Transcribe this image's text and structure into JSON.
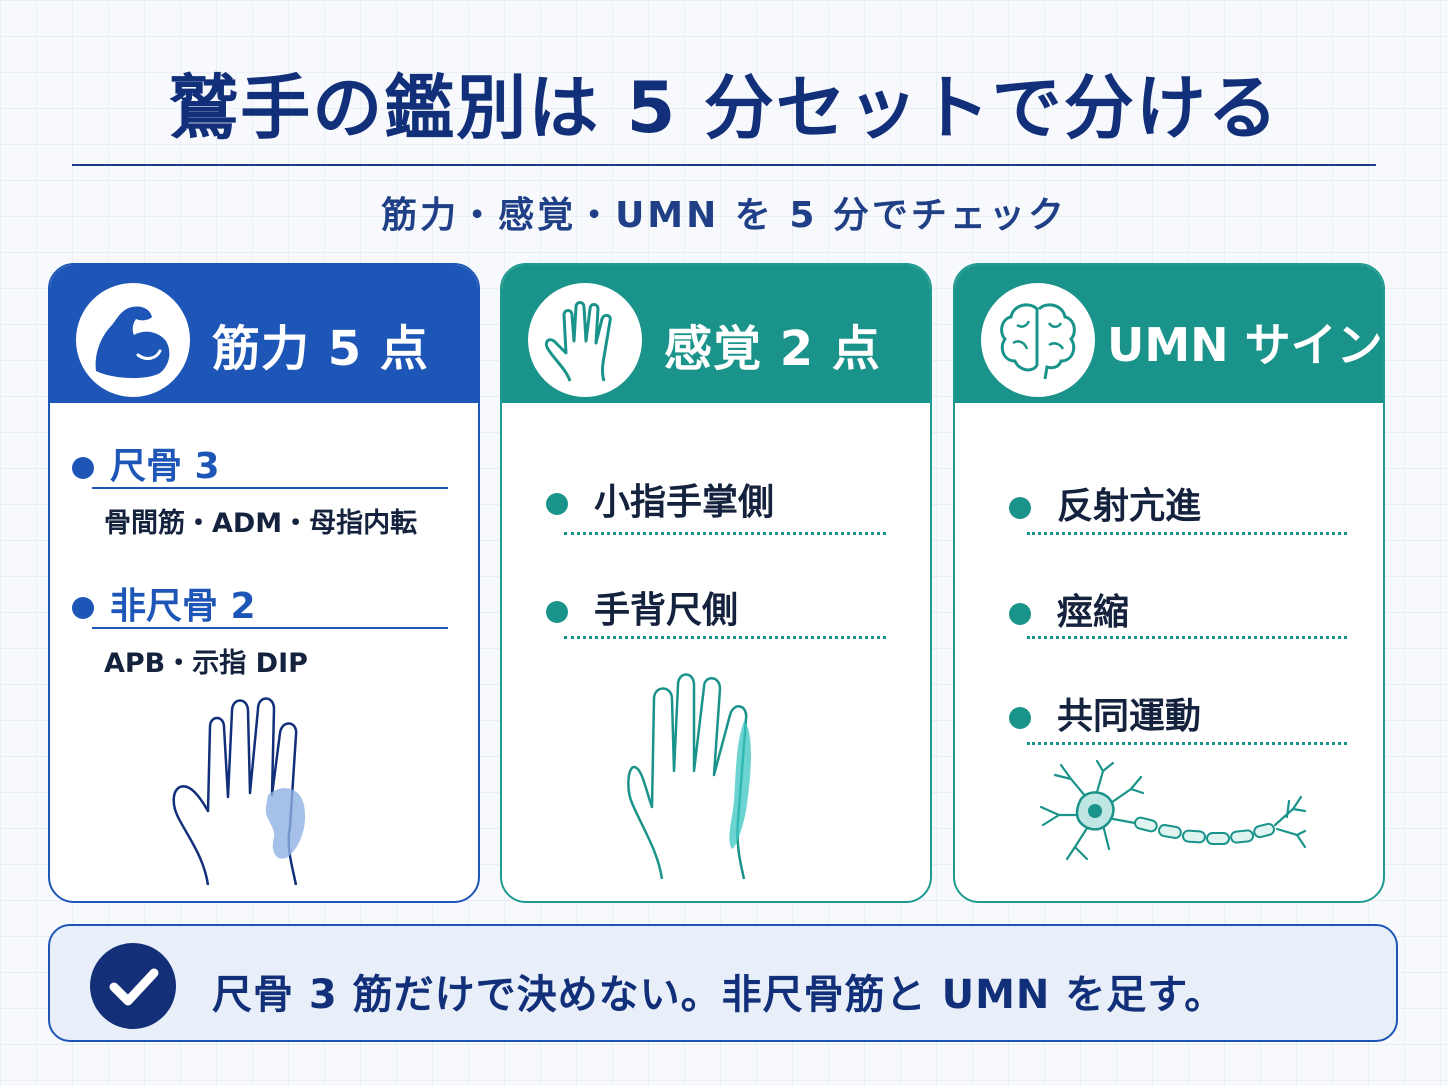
{
  "title": "鷲手の鑑別は 5 分セットで分ける",
  "subtitle": "筋力・感覚・UMN を 5 分でチェック",
  "colors": {
    "navy": "#12307a",
    "blue": "#1e56b8",
    "teal": "#1a938a"
  },
  "cards": [
    {
      "heading": "筋力 5 点",
      "icon": "flexed-arm-icon",
      "items": [
        {
          "label": "尺骨 3",
          "detail": "骨間筋・ADM・母指内転"
        },
        {
          "label": "非尺骨 2",
          "detail": "APB・示指 DIP"
        }
      ],
      "illustration": "hand-thenar-icon"
    },
    {
      "heading": "感覚 2 点",
      "icon": "open-hand-icon",
      "items": [
        {
          "label": "小指手掌側"
        },
        {
          "label": "手背尺側"
        }
      ],
      "illustration": "hand-ulnar-sensory-icon"
    },
    {
      "heading": "UMN サイン",
      "icon": "brain-icon",
      "items": [
        {
          "label": "反射亢進"
        },
        {
          "label": "痙縮"
        },
        {
          "label": "共同運動"
        }
      ],
      "illustration": "neuron-icon"
    }
  ],
  "footer": {
    "icon": "check-icon",
    "text": "尺骨 3 筋だけで決めない。非尺骨筋と UMN を足す。"
  }
}
